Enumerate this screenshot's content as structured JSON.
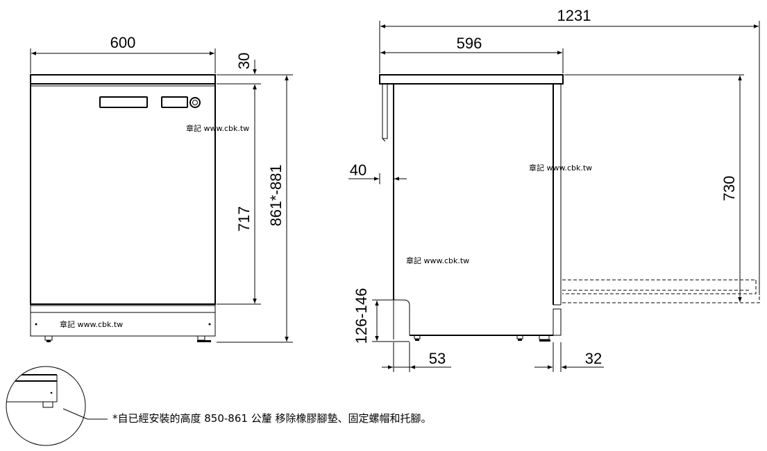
{
  "dimensions": {
    "front_width": "600",
    "top_thickness": "30",
    "front_height_inner": "717",
    "total_height": "861*-881",
    "side_depth_open": "1231",
    "side_depth": "596",
    "side_offset": "40",
    "plinth_height": "126-146",
    "plinth_inset": "53",
    "back_offset": "32",
    "door_open_height": "730"
  },
  "watermarks": {
    "front_top": "章記 www.cbk.tw",
    "front_bottom": "章記 www.cbk.tw",
    "side_top": "章記 www.cbk.tw",
    "side_mid": "章記 www.cbk.tw"
  },
  "footnote": "*自已經安裝的高度 850-861 公釐 移除橡膠腳墊、固定螺帽和托腳。",
  "colors": {
    "line": "#000000",
    "background": "#ffffff"
  }
}
